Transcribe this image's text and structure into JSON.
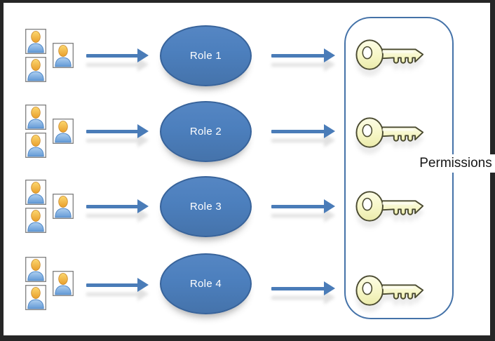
{
  "diagram": {
    "kind": "role-based-access-control",
    "permissions_label": "Permissions",
    "rows": [
      {
        "role_label": "Role 1",
        "user_count": 3,
        "permission_icon": "key-icon"
      },
      {
        "role_label": "Role 2",
        "user_count": 3,
        "permission_icon": "key-icon"
      },
      {
        "role_label": "Role 3",
        "user_count": 3,
        "permission_icon": "key-icon"
      },
      {
        "role_label": "Role 4",
        "user_count": 3,
        "permission_icon": "key-icon"
      }
    ],
    "colors": {
      "role_fill": "#4c7fbd",
      "role_border": "#38639a",
      "arrow": "#4a7cb8",
      "permissions_box_border": "#4472a8",
      "key_fill": "#f6f6c6",
      "key_outline": "#4a4a30",
      "user_head": "#f2ab38",
      "user_body": "#7fb0e2",
      "frame": "#262626",
      "role_text": "#ffffff",
      "permissions_text": "#161616"
    }
  }
}
